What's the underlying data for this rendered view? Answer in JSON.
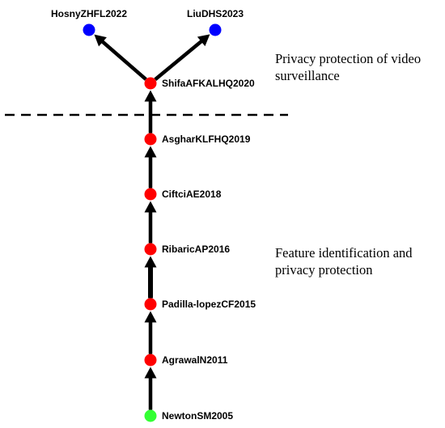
{
  "colors": {
    "red": "#ff0000",
    "blue": "#0000ff",
    "green": "#33ff33",
    "edge": "#000000",
    "divider": "#000000"
  },
  "nodes": [
    {
      "id": "n0",
      "label": "NewtonSM2005",
      "color": "green"
    },
    {
      "id": "n1",
      "label": "AgrawalN2011",
      "color": "red"
    },
    {
      "id": "n2",
      "label": "Padilla-lopezCF2015",
      "color": "red"
    },
    {
      "id": "n3",
      "label": "RibaricAP2016",
      "color": "red"
    },
    {
      "id": "n4",
      "label": "CiftciAE2018",
      "color": "red"
    },
    {
      "id": "n5",
      "label": "AsgharKLFHQ2019",
      "color": "red"
    },
    {
      "id": "n6",
      "label": "ShifaAFKALHQ2020",
      "color": "red"
    },
    {
      "id": "n7",
      "label": "HosnyZHFL2022",
      "color": "blue"
    },
    {
      "id": "n8",
      "label": "LiuDHS2023",
      "color": "blue"
    }
  ],
  "edges": [
    {
      "from": "n0",
      "to": "n1"
    },
    {
      "from": "n1",
      "to": "n2"
    },
    {
      "from": "n2",
      "to": "n3"
    },
    {
      "from": "n3",
      "to": "n4"
    },
    {
      "from": "n4",
      "to": "n5"
    },
    {
      "from": "n5",
      "to": "n6"
    },
    {
      "from": "n6",
      "to": "n7"
    },
    {
      "from": "n6",
      "to": "n8"
    }
  ],
  "regions": {
    "upper": {
      "lines": [
        "Privacy protection of video",
        "surveillance"
      ]
    },
    "lower": {
      "lines": [
        "Feature identification and",
        "privacy protection"
      ]
    }
  }
}
